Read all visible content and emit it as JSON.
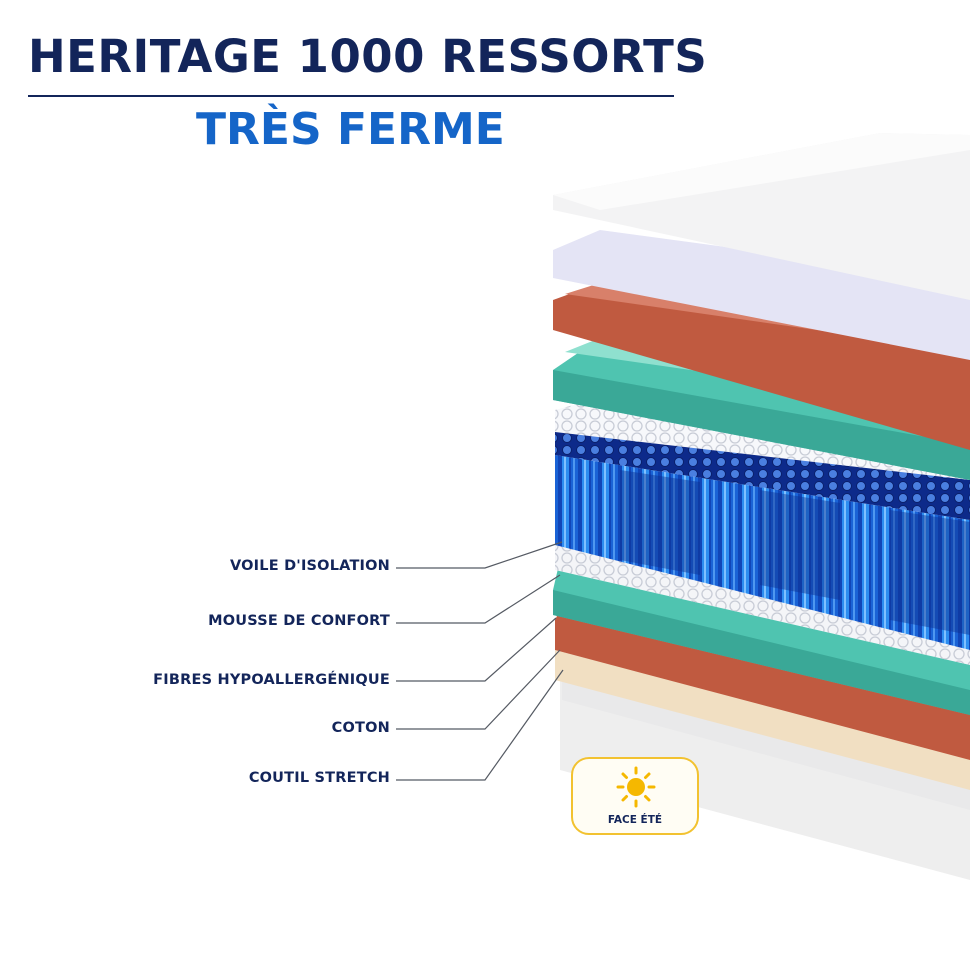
{
  "product": {
    "title": "HERITAGE 1000 RESSORTS",
    "firmness": "TRÈS FERME"
  },
  "layers": [
    {
      "label": "VOILE D'ISOLATION"
    },
    {
      "label": "MOUSSE DE CONFORT"
    },
    {
      "label": "FIBRES HYPOALLERGÉNIQUE"
    },
    {
      "label": "COTON"
    },
    {
      "label": "COUTIL STRETCH"
    }
  ],
  "badge": {
    "icon": "sun-icon",
    "label": "FACE ÉTÉ"
  },
  "colors": {
    "title": "#13255a",
    "subtitle": "#1565c8",
    "foam": "#4fc4b0",
    "copper": "#c05a40",
    "cotton": "#f1dfc2",
    "springs": "#1e63d8",
    "badge_border": "#f2c230",
    "sun": "#f5b800"
  }
}
